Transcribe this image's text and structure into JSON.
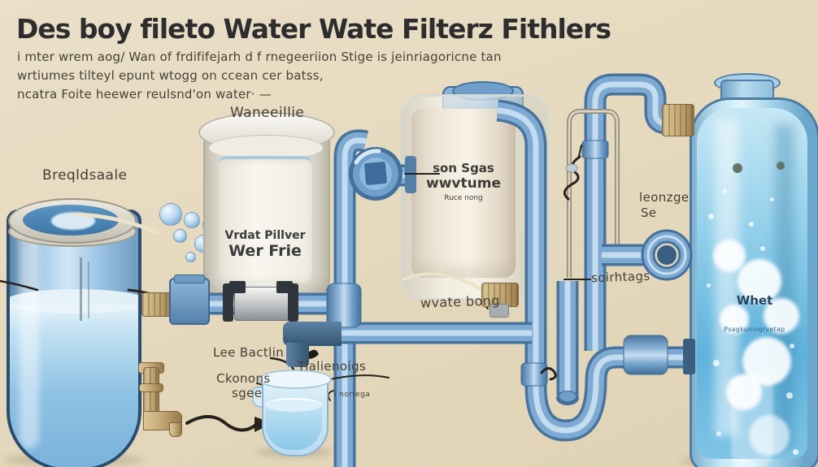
{
  "header": {
    "title": "Des boy fileto Water Wate Filterz Fithlers",
    "line1": "i mter wrem aog/ Wan of frdififejarh d f rnegeeriion Stige is jeinriagoricne tan",
    "line2": "wrtiumes tilteyl epunt wtogg on ccean cer batss,",
    "line3": "ncatra Foite heewer reulsnd'on water· —"
  },
  "pitcher": {
    "label": "Breqldsaale"
  },
  "left_filter": {
    "label": "Waneeillie",
    "text_line1": "Vrdat Pillver",
    "text_line2": "Wer Frie"
  },
  "center_filter": {
    "text_line1": "son Sgas",
    "text_line2": "wwvtume",
    "text_line3": "Ruce nong"
  },
  "tank": {
    "text_line1": "Whet",
    "text_line2": "Psagkuniogrvetap"
  },
  "callouts": {
    "right_upper_line1": "leonzge",
    "right_upper_line2": "Se",
    "right_mid": "soirhtags",
    "valve_bottom": "wvate bong",
    "cup_top": "Tialienoigs",
    "cup_upper_left": "Lee Bactlin",
    "cup_left_line1": "Ckonons",
    "cup_left_line2": "sgee",
    "pipe_tiny": "i nortega"
  },
  "colors": {
    "background": "#e6dabf",
    "pipe_blue": "#6f9fca",
    "water_blue": "#7fc0e4",
    "brass": "#c8ad79",
    "title_ink": "#2d2c2e",
    "label_ink": "#453f34"
  }
}
